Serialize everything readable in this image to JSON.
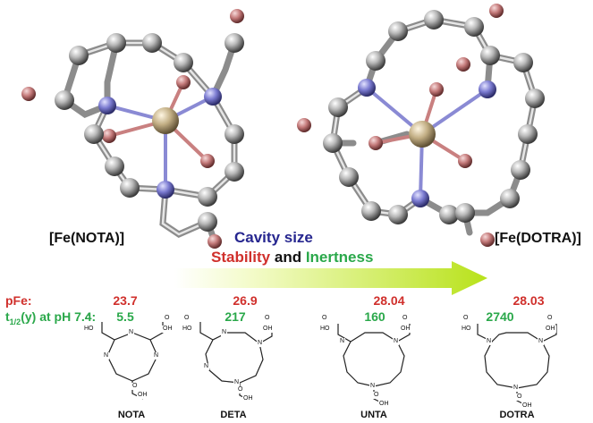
{
  "complex_left": "[Fe(NOTA)]",
  "complex_right": "[Fe(DOTRA)]",
  "trend": {
    "cavity": "Cavity size",
    "stability": "Stability",
    "and": "and",
    "inertness": "Inertness"
  },
  "rows": {
    "pfe_label": "pFe:",
    "t_label_prefix": "t",
    "t_label_sub": "1/2",
    "t_label_suffix": "(y) at pH 7.4:"
  },
  "ligands": [
    {
      "name": "NOTA",
      "pfe": "23.7",
      "t_half": "5.5"
    },
    {
      "name": "DETA",
      "pfe": "26.9",
      "t_half": "217"
    },
    {
      "name": "UNTA",
      "pfe": "28.04",
      "t_half": "160"
    },
    {
      "name": "DOTRA",
      "pfe": "28.03",
      "t_half": "2740"
    }
  ],
  "colors": {
    "red": "#d0302c",
    "green": "#2aa84a",
    "blue": "#26268f",
    "iron": "#c9b78f",
    "oxygen": "#c98080",
    "nitrogen": "#8a8ad4",
    "carbon": "#a7a7a7"
  },
  "struct_labels": {
    "n": "N",
    "oh": "OH",
    "o": "O",
    "ho": "HO"
  }
}
